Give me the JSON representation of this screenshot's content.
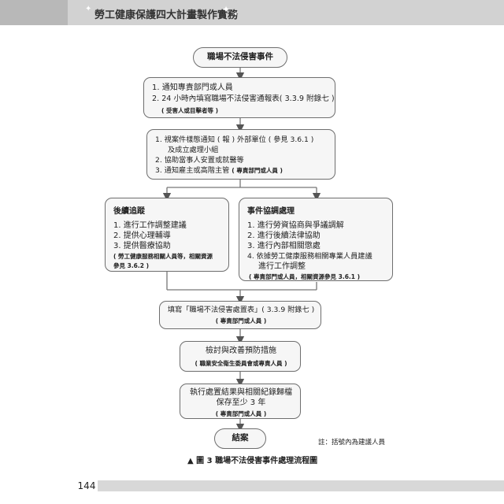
{
  "header": {
    "title": "勞工健康保護四大計畫製作實務"
  },
  "page_number": "144",
  "flow": {
    "start": "職場不法侵害事件",
    "box1": {
      "line1": "1.  通知專責部門或人員",
      "line2": "2.  24 小時內填寫職場不法侵害通報表( 3.3.9  附錄七 )",
      "line3": "( 受害人或目擊者等 )"
    },
    "box2": {
      "line1": "1.  視案件樣態通知 ( 報 ) 外部單位 ( 參見 3.6.1 )",
      "line2": "及成立處理小組",
      "line3": "2.  協助當事人安置或就醫等",
      "line4": "3.  通知雇主或高階主管",
      "line4_note": "( 專責部門或人員 )"
    },
    "follow_up": {
      "title": "後續追蹤",
      "item1": "1.  進行工作調整建議",
      "item2": "2.  提供心理輔導",
      "item3": "3.  提供醫療協助",
      "note1": "( 勞工健康服務相關人員等，相關資源",
      "note2": "參見 3.6.2 )"
    },
    "coordination": {
      "title": "事件協調處理",
      "item1": "1.  進行勞資協商與爭議調解",
      "item2": "2.  進行後續法律協助",
      "item3": "3.  進行內部相關懲處",
      "item4": "4.  依據勞工健康服務相關專業人員建議",
      "item4b": "進行工作調整",
      "note": "( 專責部門或人員，相關資源參見 3.6.1 )"
    },
    "box3": {
      "line1": "填寫「職場不法侵害處置表」( 3.3.9  附錄七 )",
      "line2": "( 專責部門或人員 )"
    },
    "box4": {
      "line1": "檢討與改善預防措施",
      "line2": "( 職業安全衛生委員會或專責人員 )"
    },
    "box5": {
      "line1": "執行處置結果與相關紀錄歸檔",
      "line2": "保存至少 3 年",
      "line3": "( 專責部門或人員 )"
    },
    "end": "結案",
    "footnote": "註：括號內為建議人員",
    "caption": "▲ 圖 3  職場不法侵害事件處理流程圖"
  }
}
